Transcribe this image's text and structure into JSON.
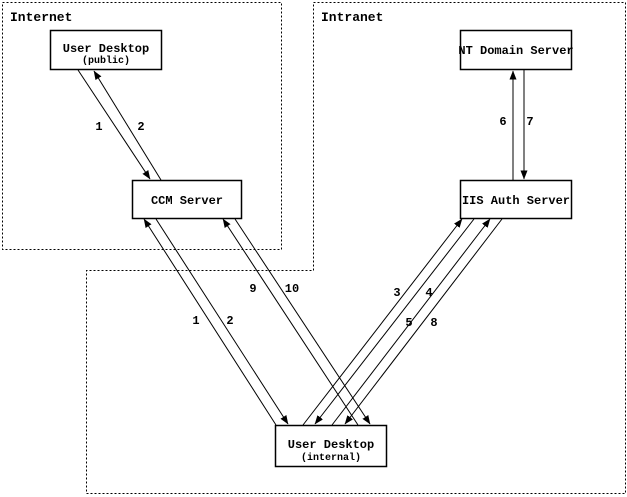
{
  "zones": {
    "internet": {
      "label": "Internet"
    },
    "intranet": {
      "label": "Intranet"
    }
  },
  "nodes": {
    "user_desktop_public": {
      "title": "User Desktop",
      "subtitle": "(public)"
    },
    "nt_domain_server": {
      "title": "NT Domain Server"
    },
    "ccm_server": {
      "title": "CCM Server"
    },
    "iis_auth_server": {
      "title": "IIS Auth Server"
    },
    "user_desktop_internal": {
      "title": "User Desktop",
      "subtitle": "(internal)"
    }
  },
  "flow_steps": {
    "public_to_ccm": "1",
    "ccm_to_public": "2",
    "internal_to_ccm": "1",
    "ccm_to_internal": "2",
    "internal_to_iis_a": "3",
    "iis_to_internal_a": "4",
    "internal_to_iis_b": "5",
    "iis_to_nt_domain": "6",
    "nt_domain_to_iis": "7",
    "iis_to_internal_b": "8",
    "internal_to_ccm_b": "9",
    "ccm_to_internal_b": "10"
  },
  "colors": {
    "line": "#000000",
    "node_fill": "#ffffff",
    "background": "#ffffff"
  }
}
